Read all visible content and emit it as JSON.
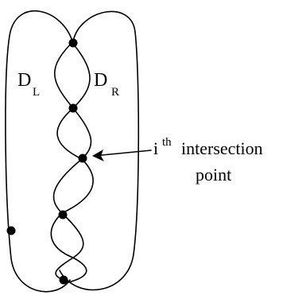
{
  "labels": {
    "left_region": {
      "main": "D",
      "sub": "L"
    },
    "right_region": {
      "main": "D",
      "sub": "R"
    },
    "annotation": {
      "index": "i",
      "superscript": "th",
      "line1": "intersection",
      "line2": "point"
    }
  },
  "points": [
    {
      "name": "left-boundary-point"
    },
    {
      "name": "intersection-point-1"
    },
    {
      "name": "intersection-point-2"
    },
    {
      "name": "intersection-point-3"
    },
    {
      "name": "intersection-point-4"
    },
    {
      "name": "intersection-point-5"
    }
  ]
}
